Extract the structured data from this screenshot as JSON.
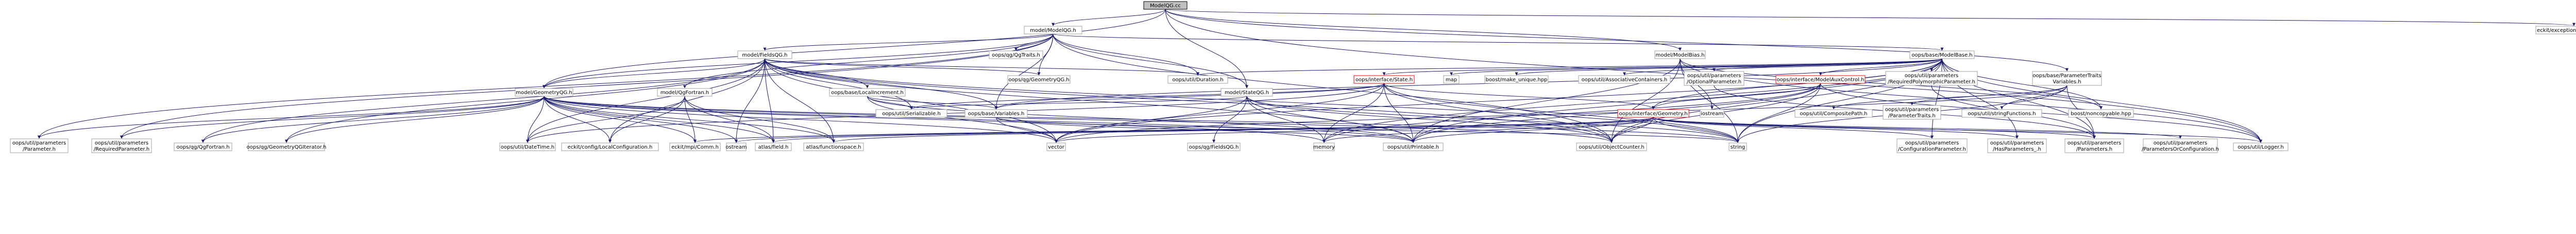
{
  "graph": {
    "colors": {
      "edge": "#191970",
      "box_border": "#a0a0a0",
      "root_fill": "#bfbfbf",
      "red_border": "#ff0000"
    },
    "nodes": [
      {
        "id": "root",
        "label": "ModelQG.cc",
        "style": "root"
      },
      {
        "id": "modelqg_h",
        "label": "model/ModelQG.h"
      },
      {
        "id": "exceptions",
        "label": "eckit/exception/Exceptions.h"
      },
      {
        "id": "modelbase_h",
        "label": "model/ModelBias.h"
      },
      {
        "id": "fieldsqg_h",
        "label": "model/FieldsQG.h"
      },
      {
        "id": "qgtraits",
        "label": "oops/qg/QgTraits.h"
      },
      {
        "id": "oops_modelbase",
        "label": "oops/base/ModelBase.h"
      },
      {
        "id": "geometryqg_h",
        "label": "model/GeometryQG.h"
      },
      {
        "id": "qgfortran",
        "label": "model/QgFortran.h"
      },
      {
        "id": "stateqg",
        "label": "model/StateQG.h"
      },
      {
        "id": "localincrement",
        "label": "oops/base/LocalIncrement.h"
      },
      {
        "id": "oops_geometryqg",
        "label": "oops/qg/GeometryQG.h"
      },
      {
        "id": "duration",
        "label": "oops/util/Duration.h"
      },
      {
        "id": "state_iface",
        "label": "oops/interface/State.h",
        "style": "red"
      },
      {
        "id": "map",
        "label": "map"
      },
      {
        "id": "make_unique",
        "label": "boost/make_unique.hpp"
      },
      {
        "id": "assoc",
        "label": "oops/util/AssociativeContainers.h"
      },
      {
        "id": "optional_param",
        "label": [
          "oops/util/parameters",
          "/OptionalParameter.h"
        ]
      },
      {
        "id": "modelaux",
        "label": "oops/interface/ModelAuxControl.h",
        "style": "red"
      },
      {
        "id": "req_poly",
        "label": [
          "oops/util/parameters",
          "/RequiredPolymorphicParameter.h"
        ]
      },
      {
        "id": "param_traits_vars",
        "label": [
          "oops/base/ParameterTraits",
          "Variables.h"
        ]
      },
      {
        "id": "serializable",
        "label": "oops/util/Serializable.h"
      },
      {
        "id": "base_variables",
        "label": "oops/base/Variables.h"
      },
      {
        "id": "iface_geometry",
        "label": "oops/interface/Geometry.h",
        "style": "red"
      },
      {
        "id": "iostream",
        "label": "iostream"
      },
      {
        "id": "composite_path",
        "label": "oops/util/CompositePath.h"
      },
      {
        "id": "param_traits",
        "label": [
          "oops/util/parameters",
          "/ParameterTraits.h"
        ]
      },
      {
        "id": "string_functions",
        "label": "oops/util/stringFunctions.h"
      },
      {
        "id": "noncopyable",
        "label": "boost/noncopyable.hpp"
      },
      {
        "id": "util_parameter",
        "label": [
          "oops/util/parameters",
          "/Parameter.h"
        ]
      },
      {
        "id": "req_param",
        "label": [
          "oops/util/parameters",
          "/RequiredParameter.h"
        ]
      },
      {
        "id": "qgqg_fortran",
        "label": "oops/qg/QgFortran.h"
      },
      {
        "id": "geom_iter",
        "label": "oops/qg/GeometryQGIterator.h"
      },
      {
        "id": "datetime",
        "label": "oops/util/DateTime.h"
      },
      {
        "id": "localconfig",
        "label": "eckit/config/LocalConfiguration.h"
      },
      {
        "id": "comm",
        "label": "eckit/mpi/Comm.h"
      },
      {
        "id": "cstream",
        "label": "ostream"
      },
      {
        "id": "atlas_field",
        "label": "atlas/field.h"
      },
      {
        "id": "atlas_fs",
        "label": "atlas/functionspace.h"
      },
      {
        "id": "vector",
        "label": "vector"
      },
      {
        "id": "fieldsqg_qg",
        "label": "oops/qg/FieldsQG.h"
      },
      {
        "id": "memory",
        "label": "memory"
      },
      {
        "id": "printable",
        "label": "oops/util/Printable.h"
      },
      {
        "id": "objcounter",
        "label": "oops/util/ObjectCounter.h"
      },
      {
        "id": "string",
        "label": "string"
      },
      {
        "id": "config_param",
        "label": [
          "oops/util/parameters",
          "/ConfigurationParameter.h"
        ]
      },
      {
        "id": "has_params",
        "label": [
          "oops/util/parameters",
          "/HasParameters_.h"
        ]
      },
      {
        "id": "params_h",
        "label": [
          "oops/util/parameters",
          "/Parameters.h"
        ]
      },
      {
        "id": "params_or_config",
        "label": [
          "oops/util/parameters",
          "/ParametersOrConfiguration.h"
        ]
      },
      {
        "id": "logger",
        "label": "oops/util/Logger.h"
      }
    ]
  }
}
